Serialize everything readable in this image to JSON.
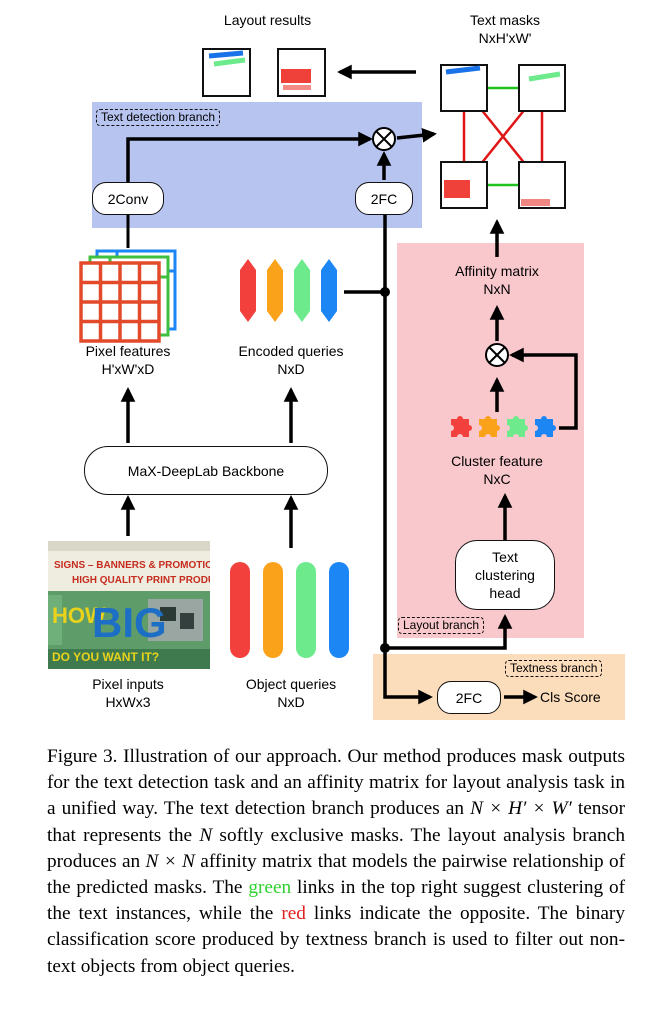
{
  "figure": {
    "layout_results": "Layout results",
    "text_masks_title": "Text masks",
    "text_masks_dim": "NxH'xW'",
    "text_detection_branch": "Text detection branch",
    "conv_label": "2Conv",
    "fc_label_top": "2FC",
    "pixel_features": "Pixel features",
    "pixel_features_dim": "H'xW'xD",
    "encoded_queries": "Encoded queries",
    "encoded_queries_dim": "NxD",
    "backbone": "MaX-DeepLab Backbone",
    "pixel_inputs": "Pixel inputs",
    "pixel_inputs_dim": "HxWx3",
    "object_queries": "Object queries",
    "object_queries_dim": "NxD",
    "affinity_matrix": "Affinity matrix",
    "affinity_dim": "NxN",
    "cluster_feature": "Cluster feature",
    "cluster_dim": "NxC",
    "clustering_head_1": "Text",
    "clustering_head_2": "clustering",
    "clustering_head_3": "head",
    "layout_branch": "Layout branch",
    "textness_branch": "Textness branch",
    "fc_label_bottom": "2FC",
    "cls_score": "Cls Score",
    "sign_line1": "SIGNS – BANNERS & PROMOTIONA",
    "sign_line2": "HIGH QUALITY PRINT PRODUCTS",
    "sign_line3": "HOW",
    "sign_line4": "BIG",
    "sign_line5": "DO YOU WANT IT?",
    "colors": {
      "detection_bg": "#b7c4f0",
      "layout_bg": "#f9c8cc",
      "textness_bg": "#fbdcbb",
      "query_red": "#f2413d",
      "query_orange": "#fba21b",
      "query_green": "#6deb8c",
      "query_blue": "#1d86f5",
      "link_green": "#1fc21f",
      "link_red": "#e01616"
    }
  },
  "caption": {
    "part1": "Figure 3. Illustration of our approach. Our method produces mask outputs for the text detection task and an affinity matrix for layout analysis task in a unified way. The text detection branch produces an ",
    "math1": "N × H′ × W′",
    "part2": " tensor that represents the ",
    "math2": "N",
    "part3": " softly exclusive masks. The layout analysis branch produces an ",
    "math3": "N × N",
    "part4": " affinity matrix that models the pairwise relationship of the predicted masks. The ",
    "green_word": "green",
    "part5": " links in the top right suggest clustering of the text instances, while the ",
    "red_word": "red",
    "part6": " links indicate the opposite. The binary classification score produced by textness branch is used to filter out non-text objects from object queries."
  }
}
